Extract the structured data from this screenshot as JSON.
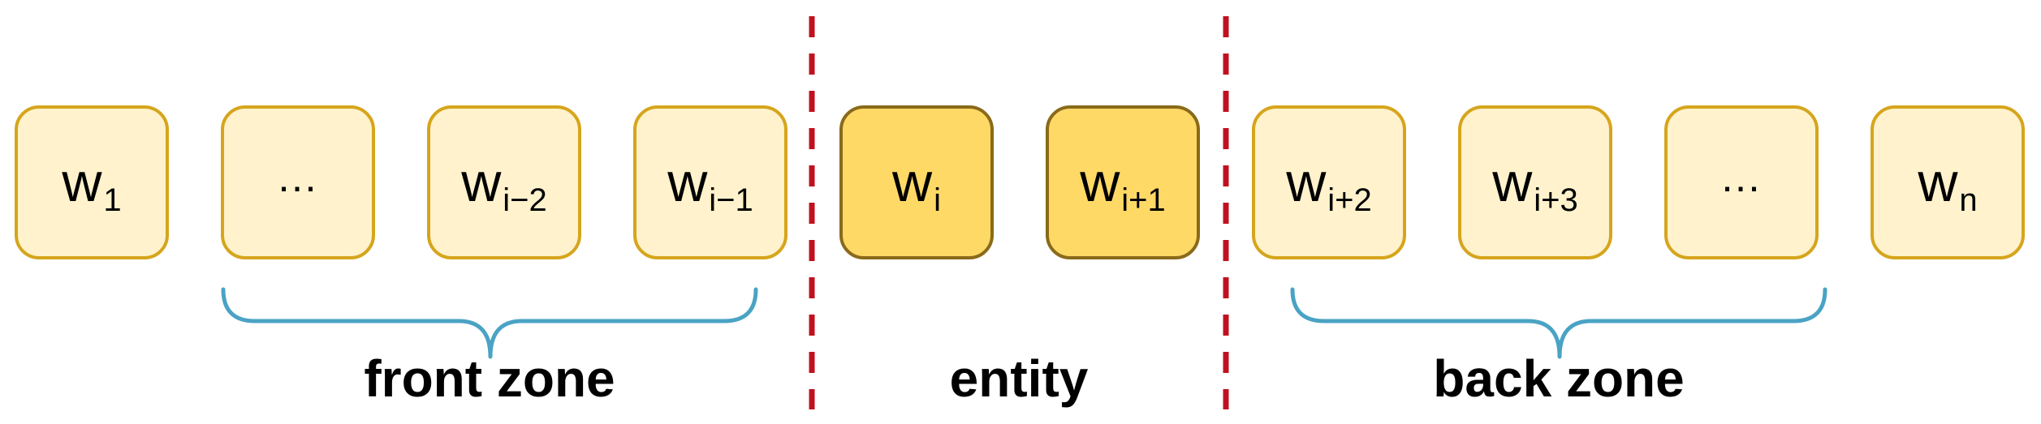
{
  "tokens": [
    {
      "id": "w1",
      "base": "w",
      "sub": "1",
      "entity": false
    },
    {
      "id": "dots-front",
      "text": "…",
      "entity": false
    },
    {
      "id": "wi-2",
      "base": "w",
      "sub": "i−2",
      "entity": false
    },
    {
      "id": "wi-1",
      "base": "w",
      "sub": "i−1",
      "entity": false
    },
    {
      "id": "wi",
      "base": "w",
      "sub": "i",
      "entity": true
    },
    {
      "id": "wi+1",
      "base": "w",
      "sub": "i+1",
      "entity": true
    },
    {
      "id": "wi+2",
      "base": "w",
      "sub": "i+2",
      "entity": false
    },
    {
      "id": "wi+3",
      "base": "w",
      "sub": "i+3",
      "entity": false
    },
    {
      "id": "dots-back",
      "text": "…",
      "entity": false
    },
    {
      "id": "wn",
      "base": "w",
      "sub": "n",
      "entity": false
    }
  ],
  "labels": {
    "front_zone": "front zone",
    "entity": "entity",
    "back_zone": "back zone"
  },
  "colors": {
    "token_fill": "#fff2cc",
    "token_border": "#d6a51c",
    "entity_fill": "#ffd966",
    "entity_border": "#8a6a1a",
    "brace": "#4aa3c4",
    "divider": "#c0111f"
  }
}
